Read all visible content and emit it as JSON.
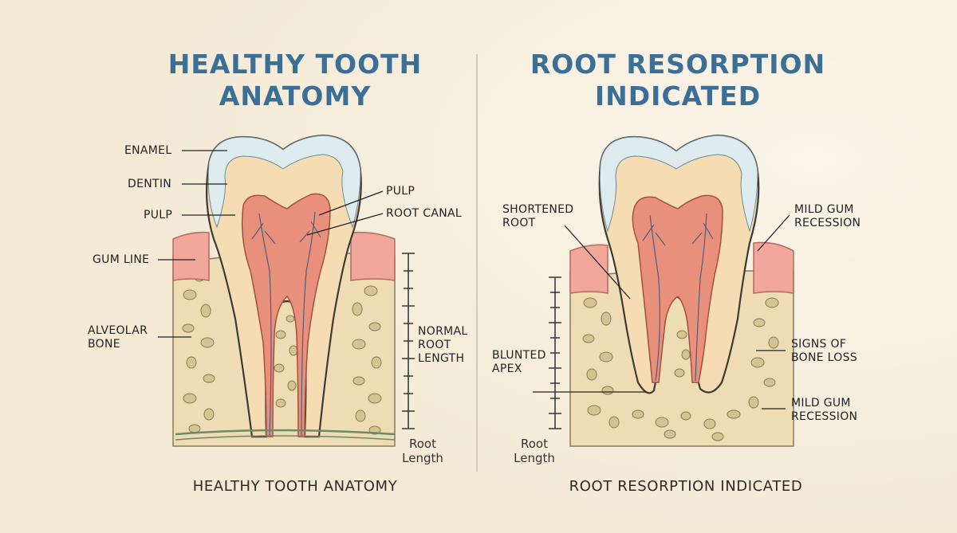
{
  "left_panel": {
    "title": "HEALTHY TOOTH\nANATOMY",
    "caption": "HEALTHY TOOTH ANATOMY",
    "labels": {
      "enamel": "ENAMEL",
      "dentin": "DENTIN",
      "pulp_left": "PULP",
      "gum_line": "GUM LINE",
      "alveolar_bone": "ALVEOLAR\nBONE",
      "pulp_right": "PULP",
      "root_canal": "ROOT CANAL",
      "normal_root_length": "NORMAL\nROOT\nLENGTH"
    },
    "ruler_label": "Root\nLength"
  },
  "right_panel": {
    "title": "ROOT RESORPTION\nINDICATED",
    "caption": "ROOT RESORPTION INDICATED",
    "labels": {
      "shortened_root": "SHORTENED\nROOT",
      "blunted_apex": "BLUNTED\nAPEX",
      "mild_gum_recession_top": "MILD GUM\nRECESSION",
      "signs_of_bone_loss": "SIGNS OF\nBONE LOSS",
      "mild_gum_recession_bottom": "MILD GUM\nRECESSION"
    },
    "ruler_label": "Root\nLength"
  },
  "colors": {
    "title": "#3c6f96",
    "background": "#f7efdf",
    "enamel": "#dfecef",
    "dentin": "#f6dcb2",
    "pulp": "#e9907c",
    "gum": "#f1a79c",
    "bone": "#eedcb5"
  }
}
